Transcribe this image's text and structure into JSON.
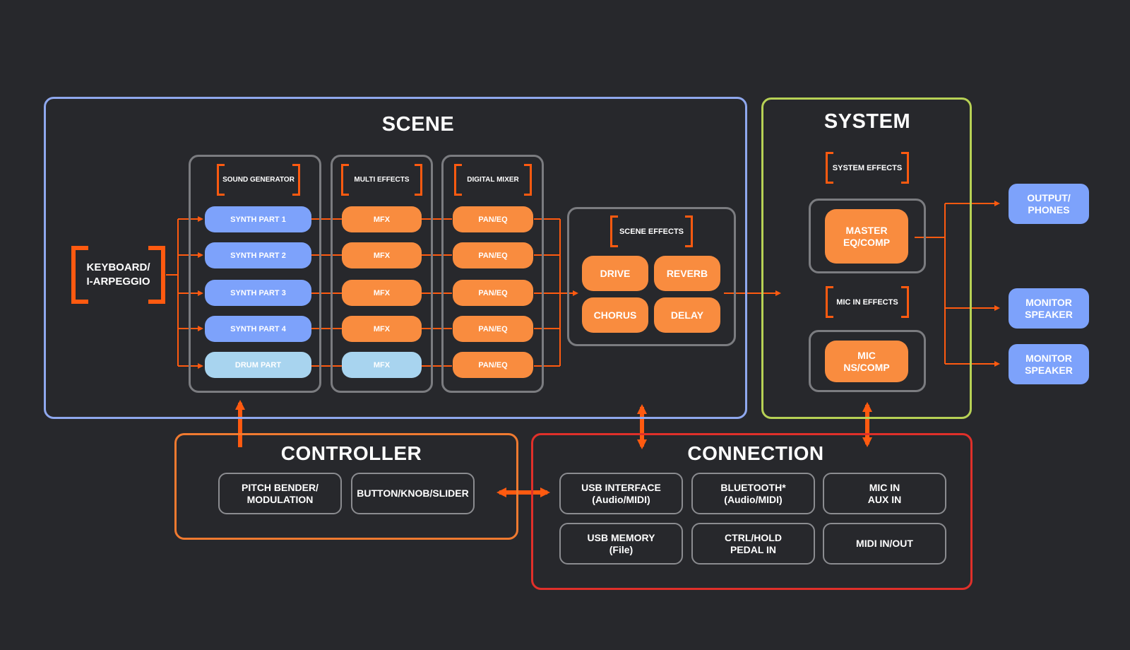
{
  "colors": {
    "background": "#27282c",
    "scene_border": "#8fa8ee",
    "system_border": "#b7d155",
    "controller_border": "#f07a30",
    "connection_border": "#e0302a",
    "arrow": "#ff5a10",
    "blue_pill": "#7da2fb",
    "lightblue_pill": "#a8d4ef",
    "orange_pill": "#f98c3f"
  },
  "scene": {
    "title": "SCENE",
    "keyboard": "KEYBOARD/\nI-ARPEGGIO",
    "sound_generator": {
      "header": "SOUND GENERATOR",
      "parts": [
        "SYNTH PART 1",
        "SYNTH PART 2",
        "SYNTH PART 3",
        "SYNTH PART 4",
        "DRUM PART"
      ]
    },
    "multi_effects": {
      "header": "MULTI EFFECTS",
      "items": [
        "MFX",
        "MFX",
        "MFX",
        "MFX",
        "MFX"
      ]
    },
    "digital_mixer": {
      "header": "DIGITAL MIXER",
      "items": [
        "PAN/EQ",
        "PAN/EQ",
        "PAN/EQ",
        "PAN/EQ",
        "PAN/EQ"
      ]
    },
    "scene_effects": {
      "header": "SCENE EFFECTS",
      "items": [
        "DRIVE",
        "REVERB",
        "CHORUS",
        "DELAY"
      ]
    }
  },
  "system": {
    "title": "SYSTEM",
    "system_effects_header": "SYSTEM EFFECTS",
    "master": "MASTER\nEQ/COMP",
    "mic_effects_header": "MIC IN EFFECTS",
    "mic": "MIC\nNS/COMP"
  },
  "outputs": [
    "OUTPUT/\nPHONES",
    "MONITOR\nSPEAKER",
    "MONITOR\nSPEAKER"
  ],
  "controller": {
    "title": "CONTROLLER",
    "items": [
      "PITCH BENDER/\nMODULATION",
      "BUTTON/KNOB/SLIDER"
    ]
  },
  "connection": {
    "title": "CONNECTION",
    "items": [
      "USB INTERFACE\n(Audio/MIDI)",
      "BLUETOOTH*\n(Audio/MIDI)",
      "MIC IN\nAUX IN",
      "USB MEMORY\n(File)",
      "CTRL/HOLD\nPEDAL IN",
      "MIDI IN/OUT"
    ]
  }
}
